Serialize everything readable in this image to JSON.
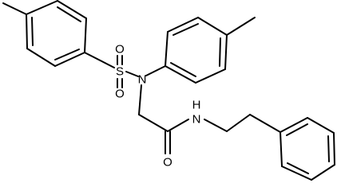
{
  "molecule": {
    "atoms": {
      "sulfur": "S",
      "sulfonyl_oxygen_top": "O",
      "sulfonyl_oxygen_bottom": "O",
      "sulfonamide_nitrogen": "N",
      "amide_nitrogen": "N",
      "amide_hydrogen": "H",
      "carbonyl_oxygen": "O"
    }
  }
}
